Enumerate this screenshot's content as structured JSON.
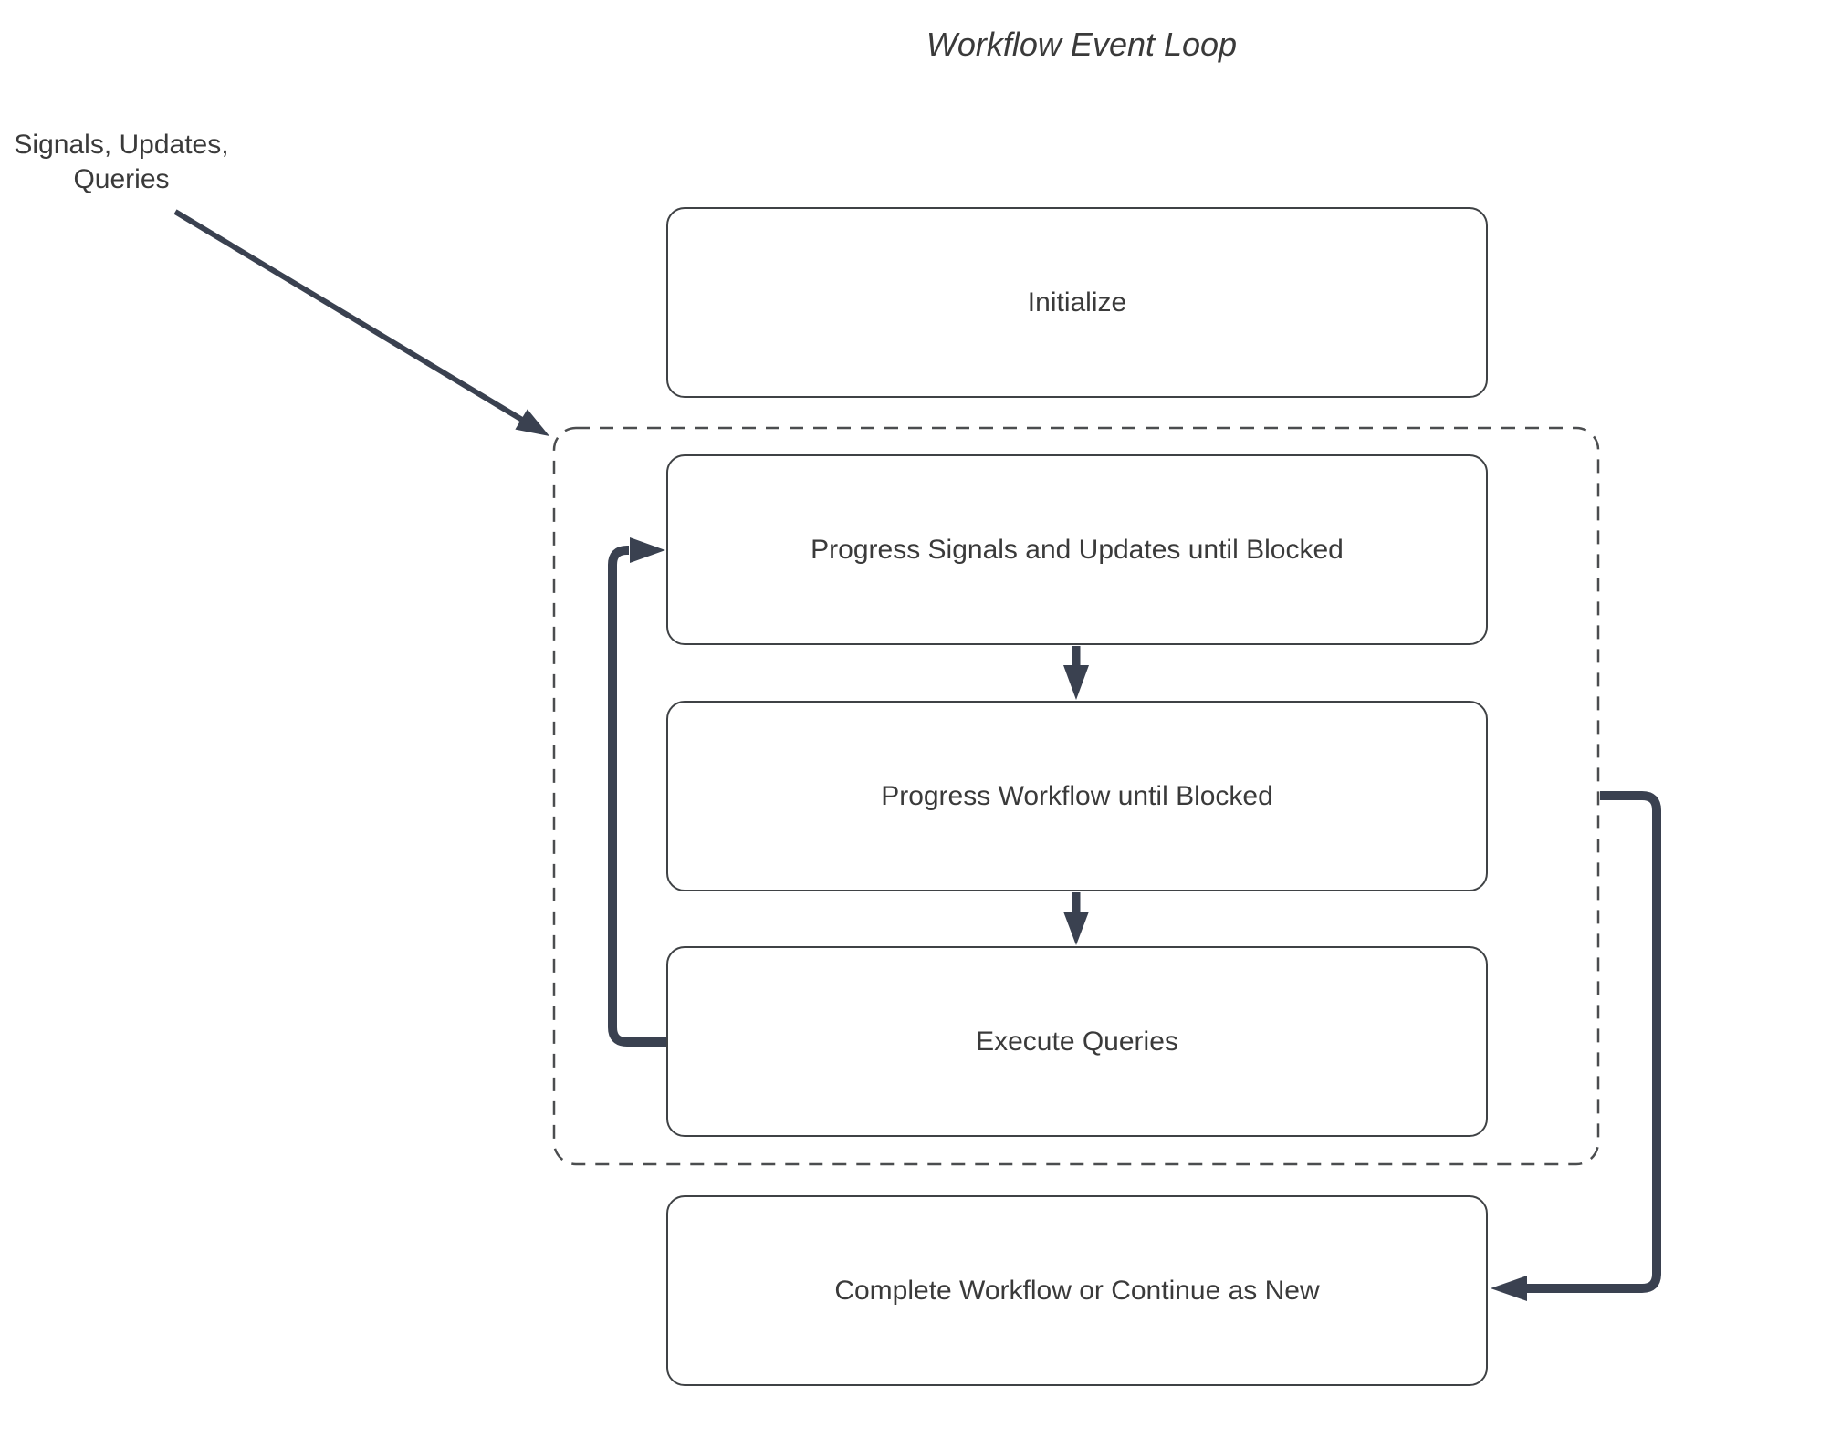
{
  "diagram": {
    "title": "Workflow Event Loop",
    "input_label": {
      "line1": "Signals, Updates,",
      "line2": "Queries"
    },
    "nodes": {
      "initialize": {
        "label": "Initialize"
      },
      "progress_signals": {
        "label": "Progress Signals and Updates until Blocked"
      },
      "progress_workflow": {
        "label": "Progress Workflow until Blocked"
      },
      "execute_queries": {
        "label": "Execute Queries"
      },
      "complete": {
        "label": "Complete Workflow or Continue as New"
      }
    },
    "colors": {
      "arrow": "#3A4150",
      "box_border": "#3F4245",
      "dashed_border": "#4B4D4F",
      "text": "#3A3A3A",
      "background": "#FFFFFF"
    }
  }
}
